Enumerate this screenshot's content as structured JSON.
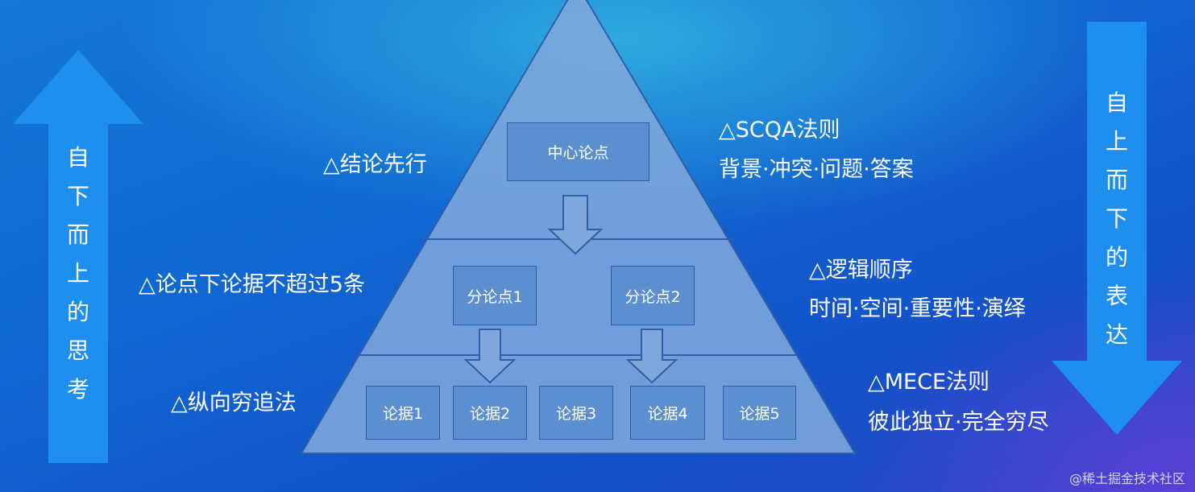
{
  "left_arrow": {
    "text": [
      "自",
      "下",
      "而",
      "上",
      "的",
      "思",
      "考"
    ]
  },
  "right_arrow": {
    "text": [
      "自",
      "上",
      "而",
      "下",
      "的",
      "表",
      "达"
    ]
  },
  "pyramid": {
    "top": {
      "label": "中心论点"
    },
    "middle": [
      {
        "label": "分论点1"
      },
      {
        "label": "分论点2"
      }
    ],
    "bottom": [
      {
        "label": "论据1"
      },
      {
        "label": "论据2"
      },
      {
        "label": "论据3"
      },
      {
        "label": "论据4"
      },
      {
        "label": "论据5"
      }
    ]
  },
  "left_labels": {
    "top": "△结论先行",
    "middle": "△论点下论据不超过5条",
    "bottom": "△纵向穷追法"
  },
  "right_labels": {
    "top": {
      "title": "△SCQA法则",
      "detail": "背景·冲突·问题·答案"
    },
    "middle": {
      "title": "△逻辑顺序",
      "detail": "时间·空间·重要性·演绎"
    },
    "bottom": {
      "title": "△MECE法则",
      "detail": "彼此独立·完全穷尽"
    }
  },
  "watermark": "@稀土掘金技术社区"
}
